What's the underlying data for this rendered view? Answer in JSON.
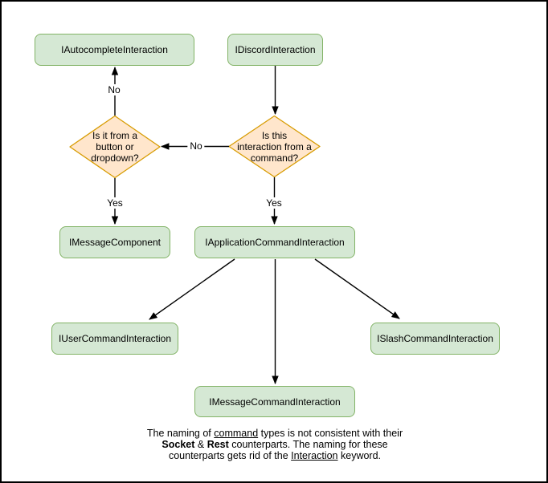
{
  "diagram": {
    "colors": {
      "canvas_bg": "#ffffff",
      "canvas_border": "#000000",
      "node_fill": "#d5e8d4",
      "node_stroke": "#82b366",
      "decision_fill": "#ffe6cc",
      "decision_stroke": "#d79b00",
      "edge_color": "#000000",
      "text_color": "#000000"
    },
    "nodes": {
      "autocomplete": {
        "label": "IAutocompleteInteraction"
      },
      "discord": {
        "label": "IDiscordInteraction"
      },
      "message_component": {
        "label": "IMessageComponent"
      },
      "application_command": {
        "label": "IApplicationCommandInteraction"
      },
      "user_command": {
        "label": "IUserCommandInteraction"
      },
      "slash_command": {
        "label": "ISlashCommandInteraction"
      },
      "message_command": {
        "label": "IMessageCommandInteraction"
      }
    },
    "decisions": {
      "button_dropdown": {
        "label": "Is it from a button or dropdown?",
        "lines": [
          "Is it from a",
          "button or",
          "dropdown?"
        ]
      },
      "from_command": {
        "label": "Is this interaction from a command?",
        "lines": [
          "Is this",
          "interaction from a",
          "command?"
        ]
      }
    },
    "edge_labels": {
      "no_to_autocomplete": "No",
      "no_to_button_dropdown": "No",
      "yes_to_message_component": "Yes",
      "yes_to_application_command": "Yes"
    },
    "note": {
      "l1a": "The naming of ",
      "l1b": "command",
      "l1c": " types is not consistent with their",
      "l2a": "Socket",
      "l2b": " & ",
      "l2c": "Rest",
      "l2d": " counterparts. The naming for these",
      "l3a": "counterparts gets rid of the ",
      "l3b": "Interaction",
      "l3c": " keyword."
    }
  }
}
